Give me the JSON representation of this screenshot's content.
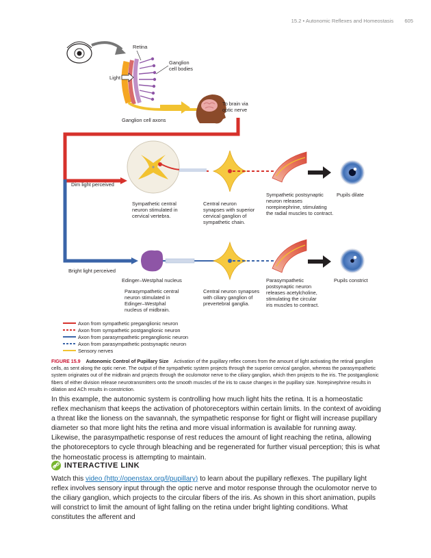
{
  "header": {
    "running_title": "15.2 • Autonomic Reflexes and Homeostasis",
    "page_number": "605"
  },
  "figure": {
    "labels": {
      "retina": "Retina",
      "ganglion_cell_bodies_1": "Ganglion",
      "ganglion_cell_bodies_2": "cell bodies",
      "light": "Light",
      "ganglion_cell_axons": "Ganglion cell axons",
      "to_brain_1": "To brain via",
      "to_brain_2": "optic nerve",
      "dim_light": "Dim light perceived",
      "bright_light": "Bright light perceived",
      "sym_central": [
        "Sympathetic central",
        "neuron stimulated in",
        "cervical vertebra."
      ],
      "central_neuron_sym": [
        "Central neuron",
        "synapses with superior",
        "cervical ganglion of",
        "sympathetic chain."
      ],
      "sym_postsynaptic": [
        "Sympathetic postsynaptic",
        "neuron releases",
        "norepinephrine, stimulating",
        "the radial muscles to contract."
      ],
      "pupils_dilate": "Pupils dilate",
      "ew_nucleus": "Edinger–Westphal nucleus",
      "parasym_central": [
        "Parasympathetic central",
        "neuron stimulated in",
        "Edinger–Westphal",
        "nucleus of midbrain."
      ],
      "central_neuron_para": [
        "Central neuron synapses",
        "with ciliary ganglion of",
        "prevertebral ganglia."
      ],
      "parasym_postsynaptic": [
        "Parasympathetic",
        "postsynaptic neuron",
        "releases acetylcholine,",
        "stimulating the circular",
        "iris muscles to contract."
      ],
      "pupils_constrict": "Pupils constrict"
    },
    "legend": [
      {
        "label": "Axon from sympathetic preganglionic neuron",
        "color": "#d6312b",
        "style": "solid"
      },
      {
        "label": "Axon from sympathetic postganglionic neuron",
        "color": "#d6312b",
        "style": "dashed"
      },
      {
        "label": "Axon from parasympathetic preganglionic neuron",
        "color": "#3a64a8",
        "style": "solid"
      },
      {
        "label": "Axon from parasympathetic postsynaptic neuron",
        "color": "#3a64a8",
        "style": "dashed"
      },
      {
        "label": "Sensory nerves",
        "color": "#f2c230",
        "style": "solid"
      }
    ],
    "colors": {
      "sympathetic": "#d6312b",
      "parasympathetic": "#3a64a8",
      "sensory": "#f2c230",
      "ganglion": "#f6c940",
      "ew_nucleus": "#8e55a6",
      "iris": "#3f6fb5"
    }
  },
  "caption": {
    "number": "FIGURE 15.9",
    "title": "Autonomic Control of Pupillary Size",
    "text": "Activation of the pupillary reflex comes from the amount of light activating the retinal ganglion cells, as sent along the optic nerve. The output of the sympathetic system projects through the superior cervical ganglion, whereas the parasympathetic system originates out of the midbrain and projects through the oculomotor nerve to the ciliary ganglion, which then projects to the iris. The postganglionic fibers of either division release neurotransmitters onto the smooth muscles of the iris to cause changes in the pupillary size. Norepinephrine results in dilation and ACh results in constriction."
  },
  "paragraph1": "In this example, the autonomic system is controlling how much light hits the retina. It is a homeostatic reflex mechanism that keeps the activation of photoreceptors within certain limits. In the context of avoiding a threat like the lioness on the savannah, the sympathetic response for fight or flight will increase pupillary diameter so that more light hits the retina and more visual information is available for running away. Likewise, the parasympathetic response of rest reduces the amount of light reaching the retina, allowing the photoreceptors to cycle through bleaching and be regenerated for further visual perception; this is what the homeostatic process is attempting to maintain.",
  "interactive_link": {
    "heading": "INTERACTIVE LINK",
    "pre_link": "Watch this ",
    "link_text": "video (http://openstax.org/l/pupillary)",
    "post_link": " to learn about the pupillary reflexes. The pupillary light reflex involves sensory input through the optic nerve and motor response through the oculomotor nerve to the ciliary ganglion, which projects to the circular fibers of the iris. As shown in this short animation, pupils will constrict to limit the amount of light falling on the retina under bright lighting conditions. What constitutes the afferent and"
  }
}
